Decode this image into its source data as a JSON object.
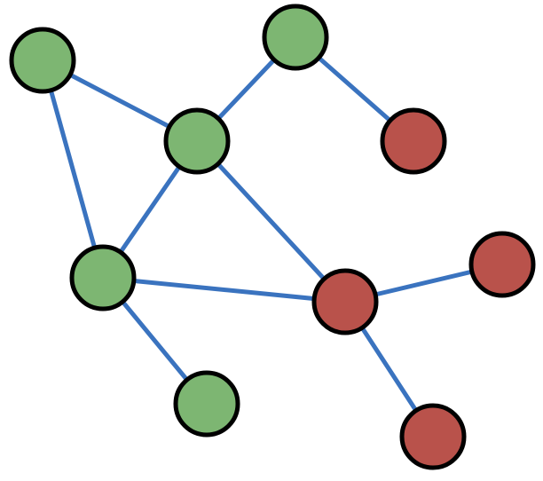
{
  "graph": {
    "colors": {
      "edge": "#3a73bf",
      "outline": "#000000",
      "green": "#7db672",
      "red": "#b9524b"
    },
    "nodes": [
      {
        "id": "n1",
        "color": "green"
      },
      {
        "id": "n2",
        "color": "green"
      },
      {
        "id": "n3",
        "color": "green"
      },
      {
        "id": "n4",
        "color": "red"
      },
      {
        "id": "n5",
        "color": "green"
      },
      {
        "id": "n6",
        "color": "red"
      },
      {
        "id": "n7",
        "color": "red"
      },
      {
        "id": "n8",
        "color": "green"
      },
      {
        "id": "n9",
        "color": "red"
      }
    ],
    "edges": [
      [
        "n1",
        "n3"
      ],
      [
        "n1",
        "n5"
      ],
      [
        "n2",
        "n3"
      ],
      [
        "n2",
        "n4"
      ],
      [
        "n3",
        "n5"
      ],
      [
        "n3",
        "n7"
      ],
      [
        "n5",
        "n7"
      ],
      [
        "n5",
        "n8"
      ],
      [
        "n7",
        "n6"
      ],
      [
        "n7",
        "n9"
      ]
    ]
  }
}
